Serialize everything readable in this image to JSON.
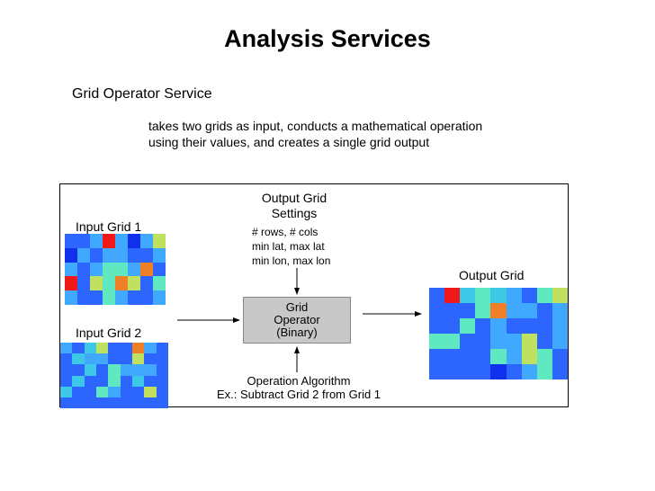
{
  "title": "Analysis Services",
  "section": "Grid Operator Service",
  "description": [
    "takes two grids as input, conducts a mathematical operation",
    "using their values, and creates a single grid output"
  ],
  "diagram": {
    "output_settings": {
      "title": [
        "Output Grid",
        "Settings"
      ],
      "params": [
        "# rows, # cols",
        "min lat, max lat",
        "min lon, max lon"
      ]
    },
    "input1_label": "Input Grid 1",
    "input2_label": "Input Grid 2",
    "output_label": "Output Grid",
    "operator_lines": [
      "Grid",
      "Operator",
      "(Binary)"
    ],
    "algorithm": {
      "title": "Operation Algorithm",
      "example": "Ex.: Subtract Grid 2 from Grid 1"
    },
    "colors": {
      "box_fill": "#c8c8c8",
      "frame": "#000000"
    }
  }
}
